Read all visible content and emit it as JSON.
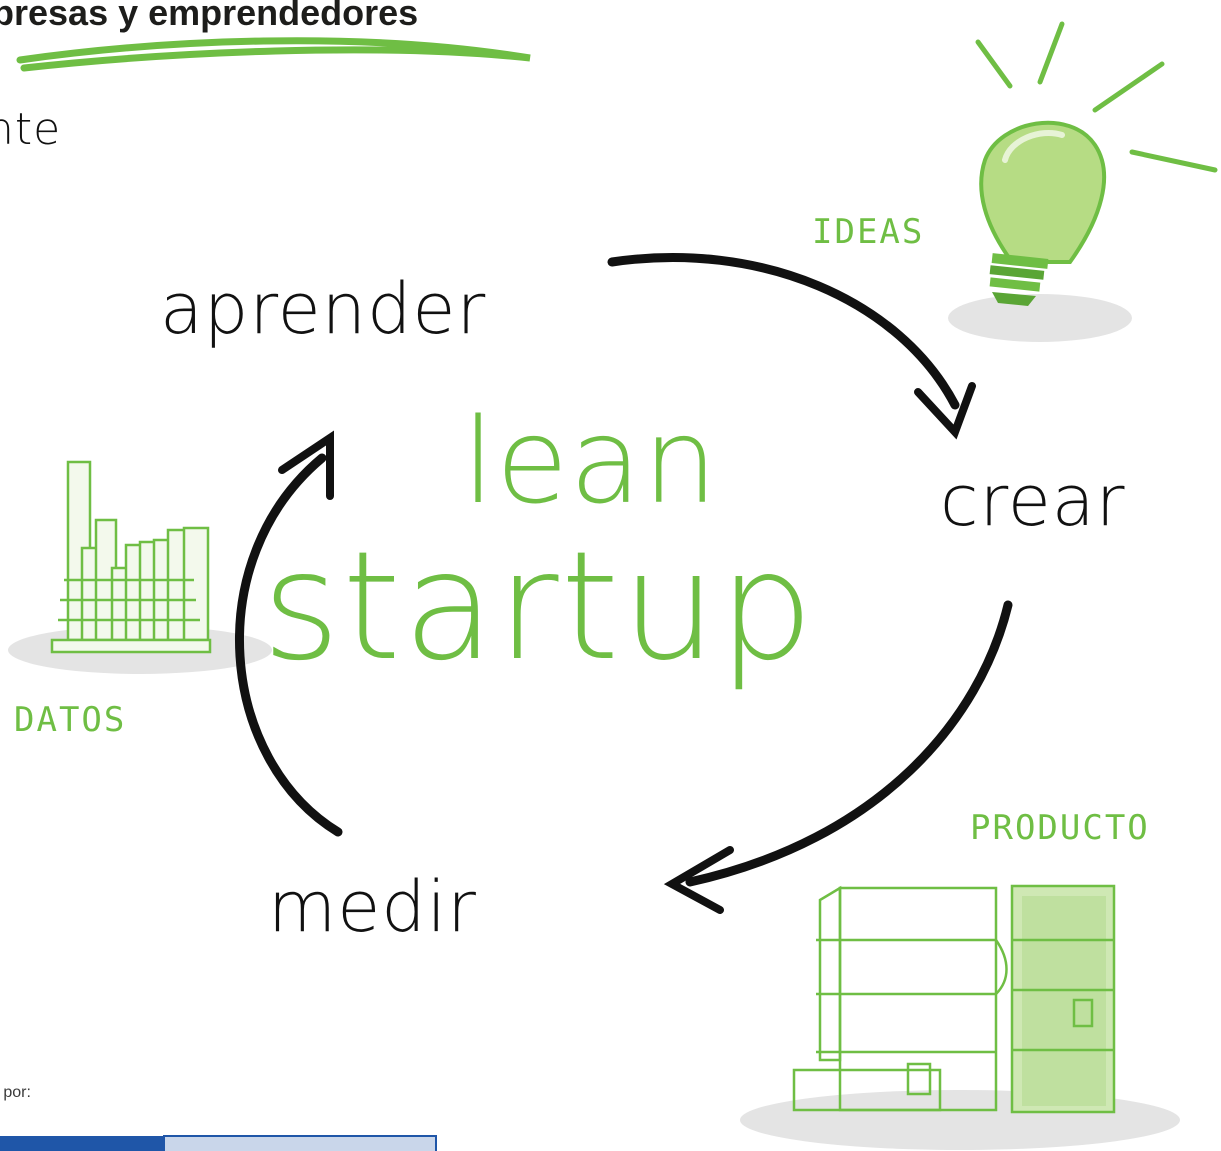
{
  "header": {
    "title": "presas y emprendedores",
    "subtitle": "nte"
  },
  "cycle": {
    "step_learn": "aprender",
    "step_build": "crear",
    "step_measure": "medir"
  },
  "center": {
    "line1": "lean",
    "line2": "startup"
  },
  "tags": {
    "ideas": "IDEAS",
    "data": "DATOS",
    "product": "PRODUCTO"
  },
  "footer": {
    "sponsor_label": "o por:"
  },
  "colors": {
    "accent": "#6fbe44",
    "ink": "#111111",
    "shadow": "#e4e4e4",
    "logo_blue": "#1f56a8",
    "logo_light": "#c9d6ea"
  },
  "icons": {
    "bulb": "lightbulb-icon",
    "chart": "bar-chart-icon",
    "product": "box-product-icon"
  }
}
